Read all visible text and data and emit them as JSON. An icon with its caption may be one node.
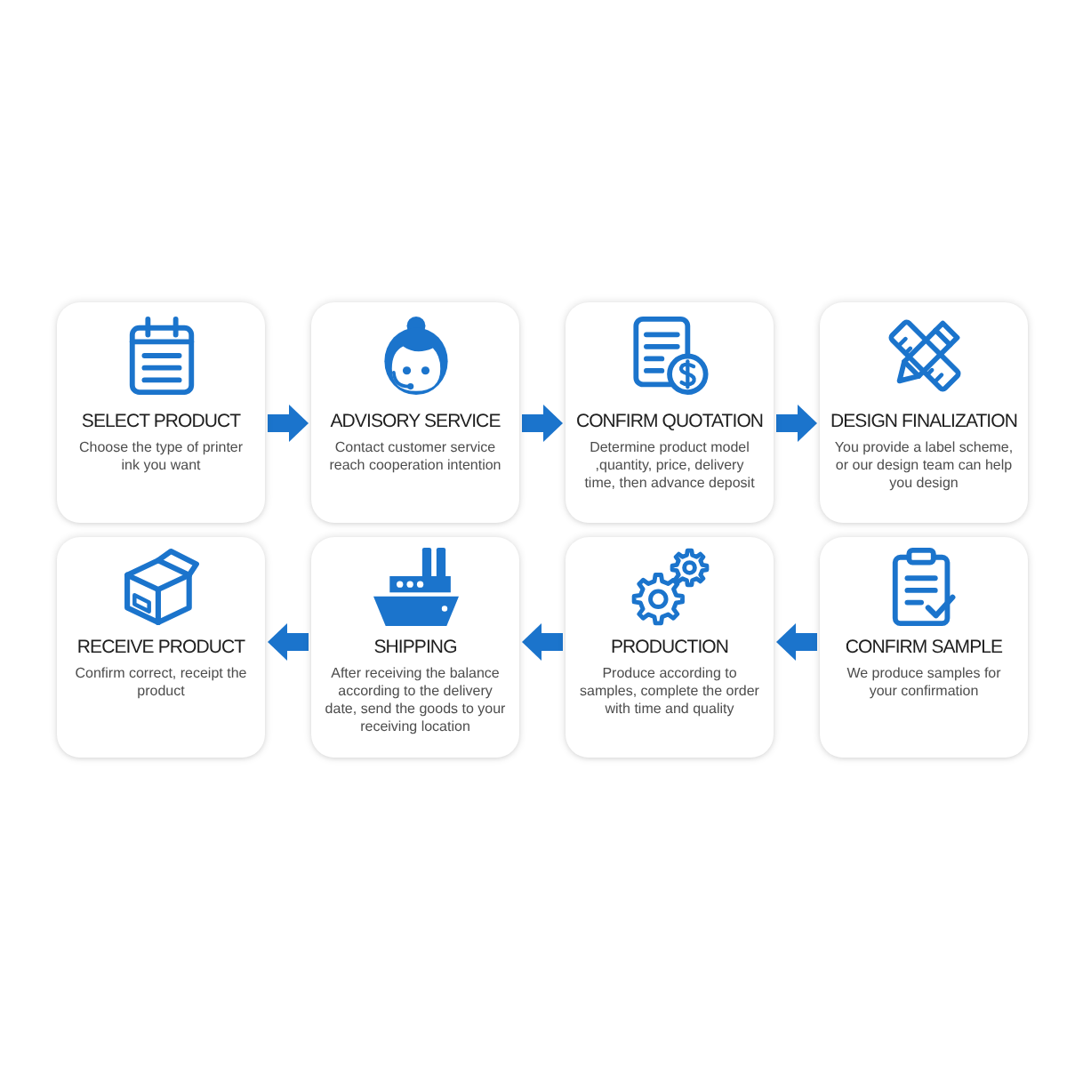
{
  "diagram": {
    "nodes": [
      {
        "text": [
          "SELECT PRODUCT",
          "Choose the type of printer ink you want"
        ]
      },
      {
        "text": [
          "ADVISORY SERVICE",
          "Contact customer service reach cooperation intention"
        ]
      },
      {
        "text": [
          "CONFIRM QUOTATION",
          "Determine product model ,quantity, price, delivery time, then advance deposit"
        ]
      },
      {
        "text": [
          "DESIGN FINALIZATION",
          "You provide a label scheme, or our design team can help you design"
        ]
      },
      {
        "text": [
          "RECEIVE PRODUCT",
          "Confirm correct, receipt the product"
        ]
      },
      {
        "text": [
          "SHIPPING",
          "After receiving the balance according to the delivery date, send the goods to your receiving location"
        ]
      },
      {
        "text": [
          "PRODUCTION",
          "Produce according to samples, complete the order with time and quality"
        ]
      },
      {
        "text": [
          "CONFIRM SAMPLE",
          "We produce samples for your confirmation"
        ]
      }
    ],
    "edges": [
      {
        "from": 0,
        "to": 1,
        "arrow": "to"
      },
      {
        "from": 1,
        "to": 2,
        "arrow": "to"
      },
      {
        "from": 2,
        "to": 3,
        "arrow": "to"
      },
      {
        "from": 7,
        "to": 6,
        "arrow": "to"
      },
      {
        "from": 6,
        "to": 5,
        "arrow": "to"
      },
      {
        "from": 5,
        "to": 4,
        "arrow": "to"
      }
    ]
  }
}
